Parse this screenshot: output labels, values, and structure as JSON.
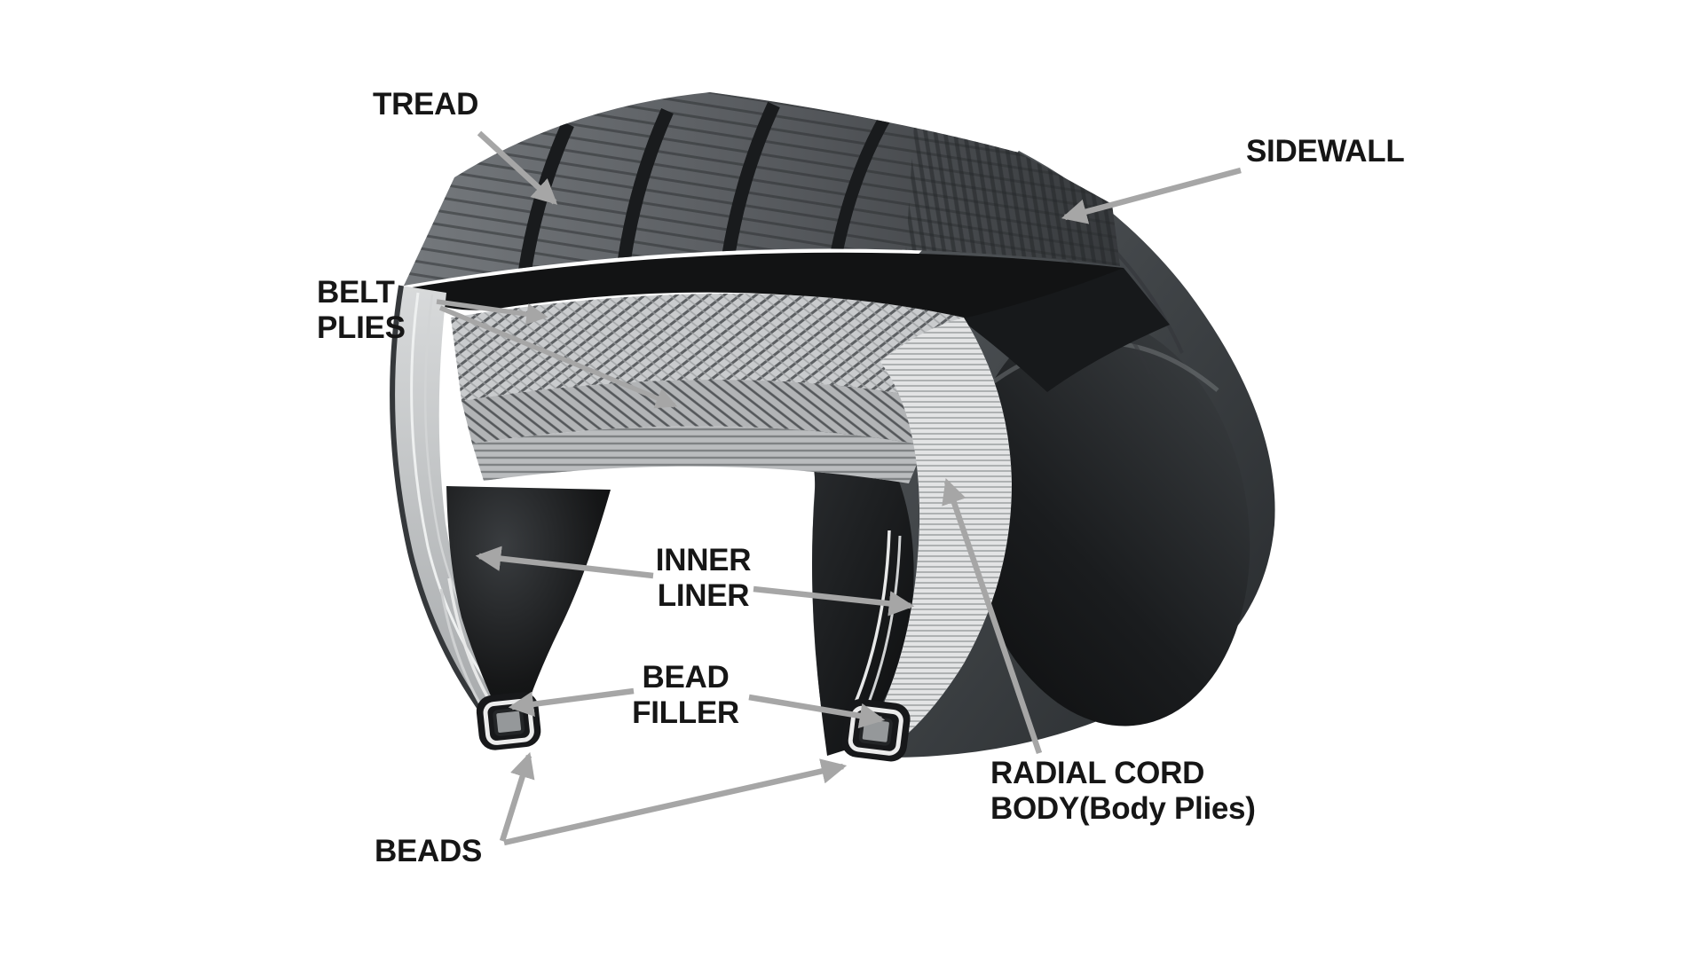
{
  "figure": {
    "subject": "tire-construction-cutaway-diagram",
    "background_color": "#ffffff",
    "arrow_color": "#a6a6a6",
    "label_color": "#161616"
  },
  "labels": {
    "tread": {
      "text": "TREAD"
    },
    "sidewall": {
      "text": "SIDEWALL"
    },
    "belt_plies": {
      "line1": "BELT",
      "line2": "PLIES"
    },
    "inner_liner": {
      "line1": "INNER",
      "line2": "LINER"
    },
    "bead_filler": {
      "line1": "BEAD",
      "line2": "FILLER"
    },
    "radial_cord_body": {
      "line1": "RADIAL CORD",
      "line2": "BODY(Body Plies)"
    },
    "beads": {
      "text": "BEADS"
    }
  }
}
